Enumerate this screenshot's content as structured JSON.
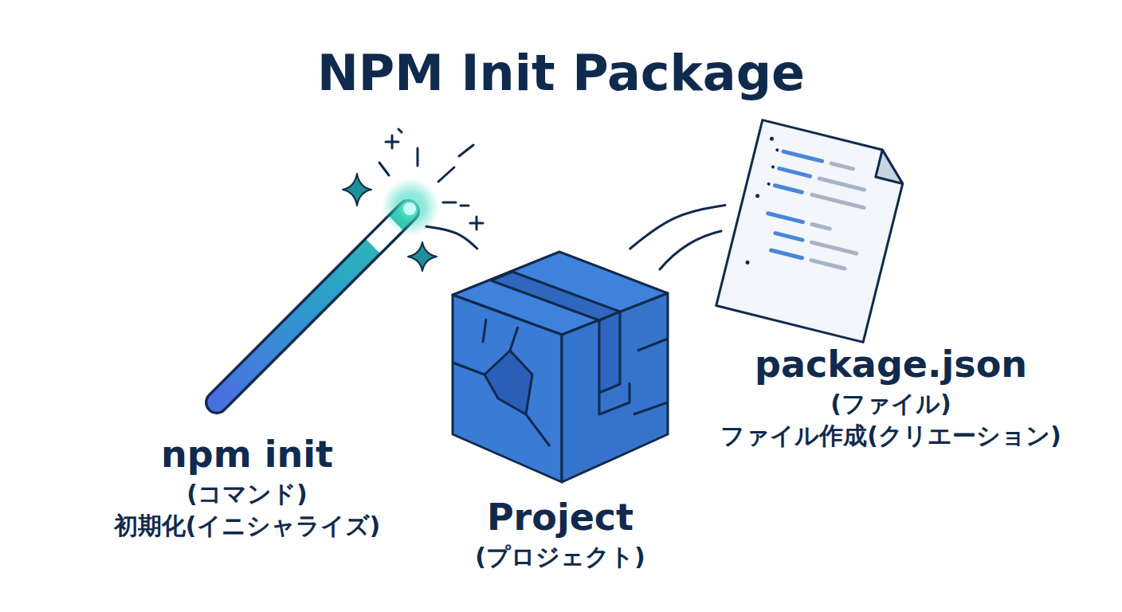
{
  "diagram": {
    "title": "NPM Init Package",
    "nodes": [
      {
        "text": [
          "npm init",
          "(コマンド)",
          "初期化(イニシャライズ)"
        ]
      },
      {
        "text": [
          "Project",
          "(プロジェクト)"
        ]
      },
      {
        "text": [
          "package.json",
          "(ファイル)",
          "ファイル作成(クリエーション)"
        ]
      }
    ],
    "edges": [
      {
        "from": 0,
        "to": 1,
        "arrow": "none"
      },
      {
        "from": 1,
        "to": 2,
        "arrow": "none"
      }
    ]
  }
}
